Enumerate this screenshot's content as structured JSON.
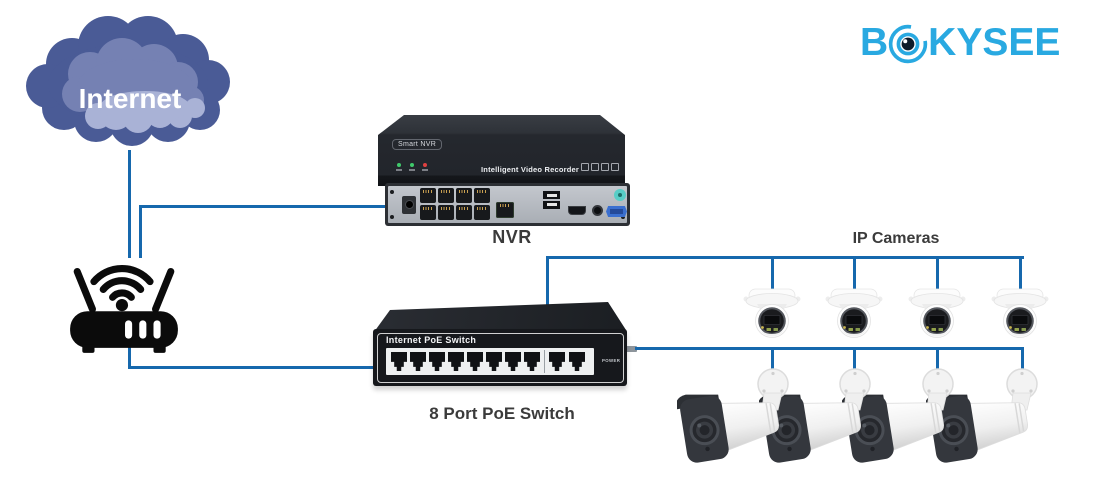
{
  "page": {
    "background": "#ffffff"
  },
  "logo": {
    "part1": "B",
    "part2": "KYSEE",
    "color": "#29a9e1",
    "eye_pupil": "#0d1b2a"
  },
  "cloud": {
    "label": "Internet",
    "color_dark": "#4a5b96",
    "color_mid": "#7581b3",
    "color_light": "#a9b2d6"
  },
  "connections": {
    "color": "#1668ad"
  },
  "router": {
    "icon": "wifi-router"
  },
  "nvr": {
    "front_badge": "Smart NVR",
    "front_title": "Intelligent Video Recorder",
    "label": "NVR",
    "led_colors": [
      "#3fca6b",
      "#3fca6b",
      "#e04040"
    ],
    "rear_poe_ports": 8
  },
  "poe_switch": {
    "faceplate_title": "Internet PoE Switch",
    "power_label": "POWER",
    "label": "8 Port PoE Switch",
    "poe_ports": 8,
    "uplink_ports": 2
  },
  "ip_cameras": {
    "label": "IP Cameras",
    "dome_count": 4,
    "bullet_count": 4
  }
}
